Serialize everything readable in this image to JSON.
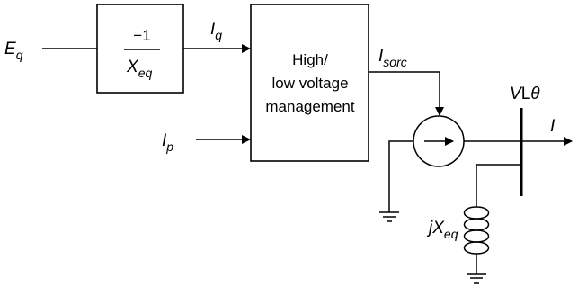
{
  "labels": {
    "eq_main": "E",
    "eq_sub": "q",
    "gain_num": "−1",
    "gain_den_main": "X",
    "gain_den_sub": "eq",
    "iq_main": "I",
    "iq_sub": "q",
    "ip_main": "I",
    "ip_sub": "p",
    "mgmt_line1": "High/",
    "mgmt_line2": "low voltage",
    "mgmt_line3": "management",
    "isorc_main": "I",
    "isorc_sub": "sorc",
    "bus_label_v": "V",
    "bus_label_angle": "L",
    "bus_label_theta": "θ",
    "current_out": "I",
    "reactance_j": "j",
    "reactance_x": "X",
    "reactance_sub": "eq"
  }
}
